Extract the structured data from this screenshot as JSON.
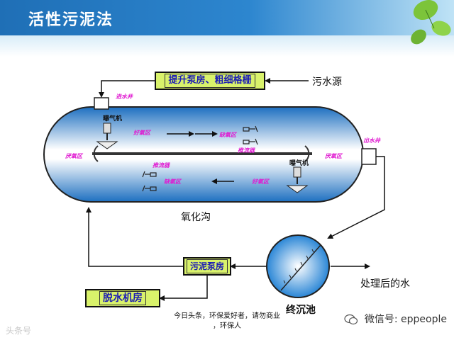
{
  "title": "活性污泥法",
  "boxes": {
    "pump_house": "提升泵房、粗细格栅",
    "sludge_pump": "污泥泵房",
    "dewatering": "脱水机房"
  },
  "labels": {
    "sewage_source": "污水源",
    "inlet_well": "进水井",
    "outlet_well": "出水井",
    "aerator_1": "曝气机",
    "aerator_2": "曝气机",
    "anoxic_1": "缺氧区",
    "anoxic_2": "缺氧区",
    "anaerobic_1": "厌氧区",
    "anaerobic_2": "厌氧区",
    "aerobic_1": "好氧区",
    "aerobic_2": "好氧区",
    "mixer_1": "推流器",
    "mixer_2": "推流器",
    "oxidation_ditch": "氧化沟",
    "clarifier": "终沉池",
    "treated_water": "处理后的水"
  },
  "footer": {
    "line1": "今日头条，环保爱好者，请勿商业",
    "line2": "，环保人",
    "wechat": "微信号: eppeople",
    "watermark": "头条号"
  },
  "colors": {
    "title_bar": "#2d86cf",
    "ditch_outer": "#1d6fc0",
    "ditch_center": "#ffffff",
    "box_fill": "#d9f26b",
    "box_text": "#1b1bb5",
    "label_magenta": "#e01ad1",
    "leaf": "#7cc43a"
  }
}
